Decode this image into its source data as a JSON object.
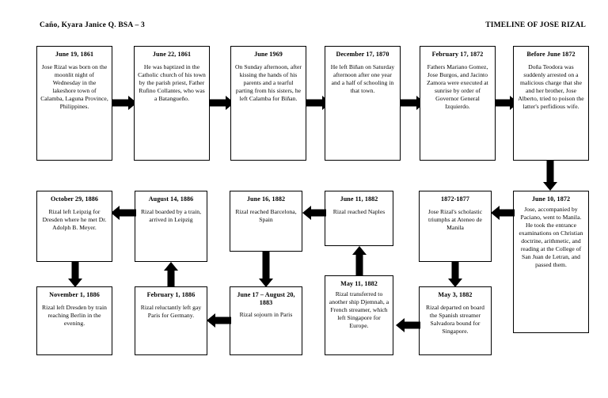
{
  "header": {
    "student": "Caño, Kyara Janice Q.   BSA – 3",
    "title": "TIMELINE OF JOSE RIZAL"
  },
  "chart_data": {
    "type": "diagram",
    "title": "TIMELINE OF JOSE RIZAL",
    "layout": "serpentine flowchart, 3 rows of event boxes connected by block arrows",
    "rows": [
      {
        "direction": "left-to-right",
        "box_ids": [
          "e1",
          "e2",
          "e3",
          "e4",
          "e5",
          "e6"
        ]
      },
      {
        "direction": "right-to-left",
        "box_ids": [
          "e7",
          "e8",
          "e9",
          "e10",
          "e11",
          "e12"
        ]
      },
      {
        "direction": "right-to-left",
        "box_ids": [
          "e13",
          "e14",
          "e15",
          "e16",
          "e17"
        ]
      }
    ]
  },
  "events": [
    {
      "id": "e1",
      "date": "June 19, 1861",
      "text": "Jose Rizal was born on the moonlit night of Wednesday in the lakeshore town of Calamba, Laguna Province, Philippines."
    },
    {
      "id": "e2",
      "date": "June 22, 1861",
      "text": "He was baptized in the Catholic church of his town by the parish priest, Father Rufino Collantes, who was a Batangueño."
    },
    {
      "id": "e3",
      "date": "June 1969",
      "text": "On Sunday afternoon, after kissing the hands of his parents and a tearful parting from his sisters, he left Calamba for Biñan."
    },
    {
      "id": "e4",
      "date": "December 17, 1870",
      "text": "He left Biñan on Saturday afternoon after one year and a half of schooling in that town."
    },
    {
      "id": "e5",
      "date": "February 17, 1872",
      "text": "Fathers Mariano Gomez, Jose Burgos, and Jacinto Zamora were executed at sunrise by order of Governor General Izquierdo."
    },
    {
      "id": "e6",
      "date": "Before June 1872",
      "text": "Doña Teodora was suddenly arrested on a malicious charge that she and her brother, Jose Alberto, tried to poison the latter's perfidious wife."
    },
    {
      "id": "e7",
      "date": "June 10, 1872",
      "text": "Jose, accompanied by Paciano, went to Manila. He took the entrance examinations on Christian doctrine, arithmetic, and reading at the College of San Juan de Letran, and passed them."
    },
    {
      "id": "e8",
      "date": "1872-1877",
      "text": "Jose Rizal's scholastic triumphs at Ateneo de Manila"
    },
    {
      "id": "e9",
      "date": "June 11, 1882",
      "text": "Rizal reached Naples"
    },
    {
      "id": "e10",
      "date": "June 16, 1882",
      "text": "Rizal reached Barcelona, Spain"
    },
    {
      "id": "e11",
      "date": "August 14, 1886",
      "text": "Rizal boarded by a train, arrived in Leipzig"
    },
    {
      "id": "e12",
      "date": "October 29, 1886",
      "text": "Rizal left Leipzig for Dresden where he met Dr. Adolph B. Meyer."
    },
    {
      "id": "e13",
      "date": "May 3, 1882",
      "text": "Rizal departed on board the Spanish streamer Salvadora bound for Singapore."
    },
    {
      "id": "e14",
      "date": "May 11, 1882",
      "text": "Rizal transferred to another ship Djemnah, a French streamer, which left Singapore for Europe."
    },
    {
      "id": "e15",
      "date": "June 17 – August 20, 1883",
      "text": "Rizal sojourn in Paris"
    },
    {
      "id": "e16",
      "date": "February 1, 1886",
      "text": "Rizal reluctantly left gay Paris for Germany."
    },
    {
      "id": "e17",
      "date": "November 1, 1886",
      "text": "Rizal left Dresden by train reaching Berlin in the evening."
    }
  ]
}
